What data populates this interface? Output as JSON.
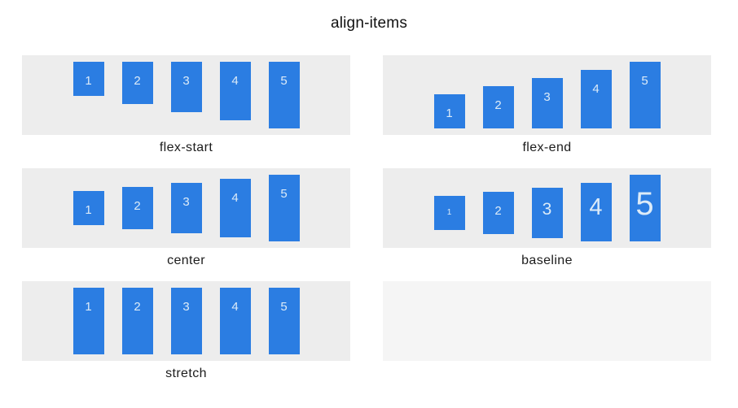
{
  "title": "align-items",
  "colors": {
    "panel_bg": "#ededed",
    "empty_panel_bg": "#f5f5f5",
    "box_color": "#2b7de2",
    "box_text_color": "#dcebf8",
    "label_color": "#1c1c1c",
    "title_color": "#111111",
    "page_bg": "#ffffff"
  },
  "sections": [
    {
      "label": "flex-start",
      "align": "flex-start",
      "items": [
        "1",
        "2",
        "3",
        "4",
        "5"
      ]
    },
    {
      "label": "flex-end",
      "align": "flex-end",
      "items": [
        "1",
        "2",
        "3",
        "4",
        "5"
      ]
    },
    {
      "label": "center",
      "align": "center",
      "items": [
        "1",
        "2",
        "3",
        "4",
        "5"
      ]
    },
    {
      "label": "baseline",
      "align": "baseline",
      "items": [
        "1",
        "2",
        "3",
        "4",
        "5"
      ]
    },
    {
      "label": "stretch",
      "align": "stretch",
      "items": [
        "1",
        "2",
        "3",
        "4",
        "5"
      ]
    },
    {
      "label": "",
      "align": "empty",
      "items": []
    }
  ]
}
